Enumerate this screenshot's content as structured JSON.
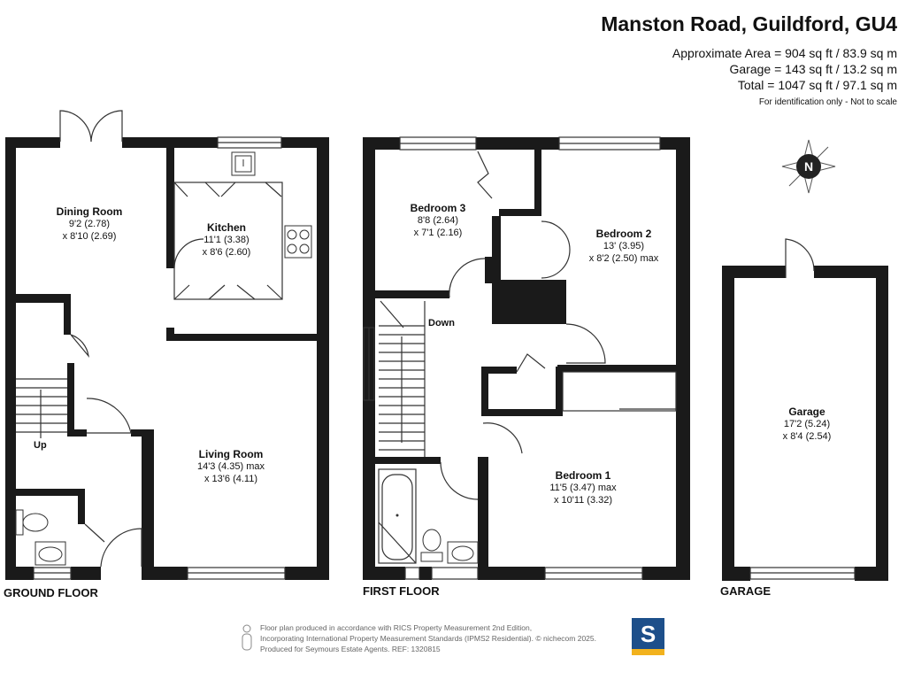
{
  "header": {
    "title": "Manston Road, Guildford, GU4",
    "approx_area": "Approximate Area = 904 sq ft / 83.9 sq m",
    "garage_area": "Garage = 143 sq ft / 13.2 sq m",
    "total_area": "Total = 1047 sq ft / 97.1 sq m",
    "note": "For identification only - Not to scale"
  },
  "floors": {
    "ground": "GROUND FLOOR",
    "first": "FIRST FLOOR",
    "garage": "GARAGE"
  },
  "rooms": {
    "dining": {
      "name": "Dining Room",
      "dim1": "9'2 (2.78)",
      "dim2": "x 8'10 (2.69)"
    },
    "kitchen": {
      "name": "Kitchen",
      "dim1": "11'1 (3.38)",
      "dim2": "x 8'6 (2.60)"
    },
    "living": {
      "name": "Living Room",
      "dim1": "14'3 (4.35) max",
      "dim2": "x 13'6 (4.11)"
    },
    "bedroom3": {
      "name": "Bedroom 3",
      "dim1": "8'8 (2.64)",
      "dim2": "x 7'1 (2.16)"
    },
    "bedroom2": {
      "name": "Bedroom 2",
      "dim1": "13' (3.95)",
      "dim2": "x 8'2 (2.50) max"
    },
    "bedroom1": {
      "name": "Bedroom 1",
      "dim1": "11'5 (3.47) max",
      "dim2": "x 10'11 (3.32)"
    },
    "garage": {
      "name": "Garage",
      "dim1": "17'2 (5.24)",
      "dim2": "x 8'4 (2.54)"
    }
  },
  "labels": {
    "up": "Up",
    "down": "Down",
    "compass": "N"
  },
  "footer": {
    "line1": "Floor plan produced in accordance with RICS Property Measurement 2nd Edition,",
    "line2": "Incorporating International Property Measurement Standards (IPMS2 Residential).  © nichecom 2025.",
    "line3": "Produced for Seymours Estate Agents.   REF: 1320815",
    "logo_letter": "S"
  },
  "colors": {
    "wall": "#1a1a1a",
    "line": "#333333",
    "logo_blue": "#1d4f8a",
    "logo_yellow": "#f2b21d"
  },
  "icons": [
    "compass-icon",
    "sink-icon",
    "hob-icon",
    "toilet-icon",
    "basin-icon",
    "bath-icon",
    "person-icon"
  ]
}
